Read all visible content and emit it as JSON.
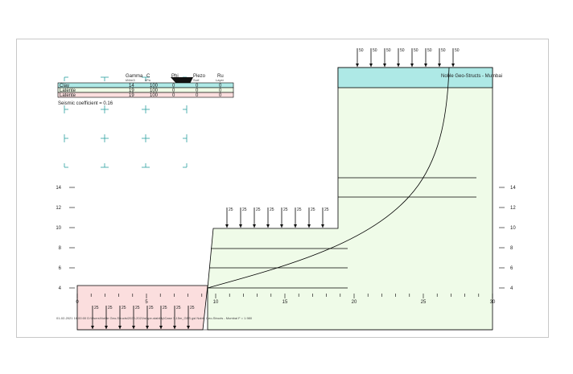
{
  "colors": {
    "clay": "#aee9e6",
    "latente_upper": "#eefbe6",
    "latente_lower": "#fbdede",
    "grid": "#2aa0a0",
    "line": "#000000",
    "terrain_fill": "#effbe8"
  },
  "table": {
    "header": [
      "Gamma",
      "C",
      "Phi",
      "Piezo",
      "Ru"
    ],
    "units": [
      "kN/m3",
      "kPa",
      "°",
      "Surf.",
      "Layer"
    ],
    "rows": [
      {
        "name": "Clay",
        "gamma": "14",
        "c": "100",
        "phi": "0",
        "piezo": "0",
        "ru": "0"
      },
      {
        "name": "Latente",
        "gamma": "19",
        "c": "100",
        "phi": "0",
        "piezo": "0",
        "ru": "0"
      },
      {
        "name": "Latente",
        "gamma": "19",
        "c": "100",
        "phi": "0",
        "piezo": "0",
        "ru": "0"
      }
    ],
    "seismic": "Seismic coefficient = 0.16"
  },
  "watermark": "Noble Geo-Structs - Mumbai",
  "footer": "01-02-2021 16:00:00 D:\\Users\\Noble Geo-Structs\\2020-2021\\slope-stability\\Case 3-15m_GES.gsl  Noble Geo-Structs - Mumbai   F = 1.980",
  "loads": {
    "top": {
      "value": "50",
      "count": 8
    },
    "middle": {
      "value": "25",
      "count": 8
    },
    "bottom": {
      "value": "25",
      "count": 8
    }
  },
  "axes": {
    "x_ticks": [
      "0",
      "5",
      "10",
      "15",
      "20",
      "25",
      "30"
    ],
    "y_ticks_left": [
      "14",
      "12",
      "10",
      "8",
      "6",
      "4"
    ],
    "y_ticks_right": [
      "14",
      "12",
      "10",
      "8",
      "6",
      "4"
    ]
  }
}
